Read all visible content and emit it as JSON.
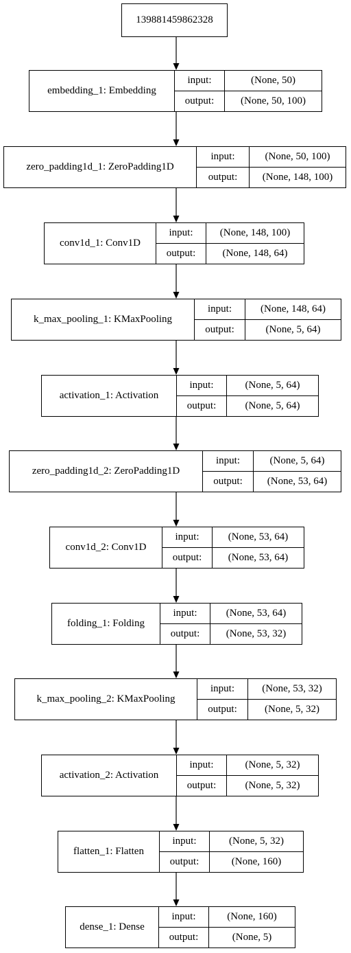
{
  "root": {
    "label": "139881459862328"
  },
  "labels": {
    "input": "input:",
    "output": "output:"
  },
  "layers": [
    {
      "name": "embedding_1: Embedding",
      "input": "(None, 50)",
      "output": "(None, 50, 100)"
    },
    {
      "name": "zero_padding1d_1: ZeroPadding1D",
      "input": "(None, 50, 100)",
      "output": "(None, 148, 100)"
    },
    {
      "name": "conv1d_1: Conv1D",
      "input": "(None, 148, 100)",
      "output": "(None, 148, 64)"
    },
    {
      "name": "k_max_pooling_1: KMaxPooling",
      "input": "(None, 148, 64)",
      "output": "(None, 5, 64)"
    },
    {
      "name": "activation_1: Activation",
      "input": "(None, 5, 64)",
      "output": "(None, 5, 64)"
    },
    {
      "name": "zero_padding1d_2: ZeroPadding1D",
      "input": "(None, 5, 64)",
      "output": "(None, 53, 64)"
    },
    {
      "name": "conv1d_2: Conv1D",
      "input": "(None, 53, 64)",
      "output": "(None, 53, 64)"
    },
    {
      "name": "folding_1: Folding",
      "input": "(None, 53, 64)",
      "output": "(None, 53, 32)"
    },
    {
      "name": "k_max_pooling_2: KMaxPooling",
      "input": "(None, 53, 32)",
      "output": "(None, 5, 32)"
    },
    {
      "name": "activation_2: Activation",
      "input": "(None, 5, 32)",
      "output": "(None, 5, 32)"
    },
    {
      "name": "flatten_1: Flatten",
      "input": "(None, 5, 32)",
      "output": "(None, 160)"
    },
    {
      "name": "dense_1: Dense",
      "input": "(None, 160)",
      "output": "(None, 5)"
    }
  ]
}
